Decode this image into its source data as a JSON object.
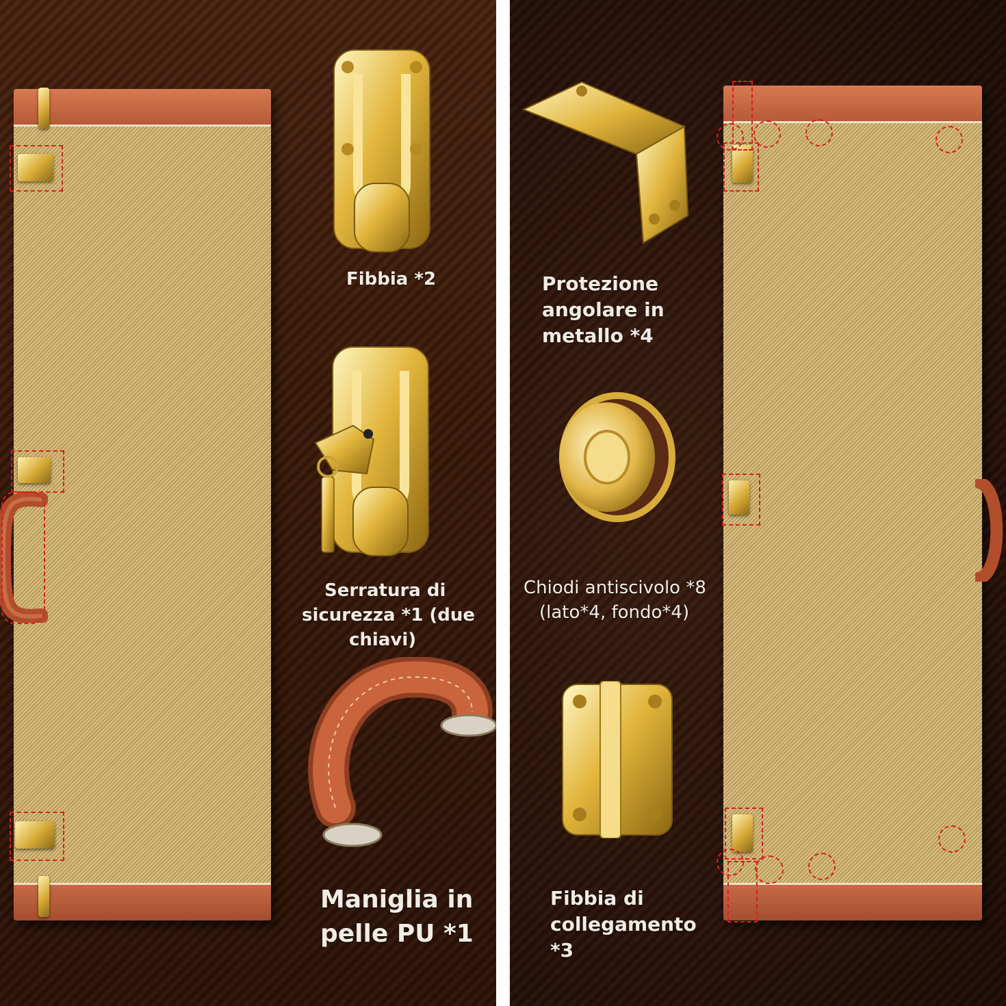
{
  "labels": {
    "latch": "Fibbia *2",
    "lock_line1": "Serratura di",
    "lock_line2": "sicurezza *1 (due",
    "lock_line3": "chiavi)",
    "handle_line1": "Maniglia in",
    "handle_line2": "pelle PU *1",
    "corner_line1": "Protezione",
    "corner_line2": "angolare in",
    "corner_line3": "metallo *4",
    "feet_line1": "Chiodi antiscivolo *8",
    "feet_line2": "(lato*4, fondo*4)",
    "hinge_line1": "Fibbia di",
    "hinge_line2": "collegamento",
    "hinge_line3": "*3"
  },
  "colors": {
    "background": "#3a1a0a",
    "tweed": "#c9ad6f",
    "trim": "#c56a45",
    "gold": "#d6a935",
    "marker": "#d42020",
    "label_text": "#f1ece4"
  }
}
